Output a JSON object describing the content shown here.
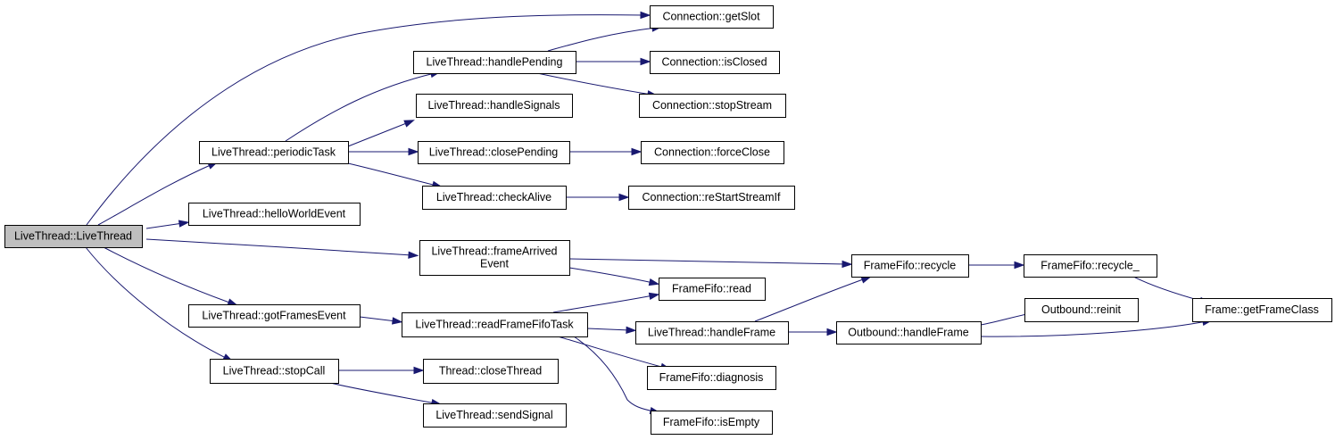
{
  "graph": {
    "nodes": [
      {
        "id": "n0",
        "lines": [
          "LiveThread::LiveThread"
        ],
        "root": true
      },
      {
        "id": "n1",
        "lines": [
          "LiveThread::periodicTask"
        ]
      },
      {
        "id": "n2",
        "lines": [
          "LiveThread::helloWorldEvent"
        ]
      },
      {
        "id": "n3",
        "lines": [
          "LiveThread::frameArrived",
          "Event"
        ]
      },
      {
        "id": "n4",
        "lines": [
          "LiveThread::gotFramesEvent"
        ]
      },
      {
        "id": "n5",
        "lines": [
          "LiveThread::stopCall"
        ]
      },
      {
        "id": "n6",
        "lines": [
          "Connection::getSlot"
        ]
      },
      {
        "id": "n7",
        "lines": [
          "LiveThread::handlePending"
        ]
      },
      {
        "id": "n8",
        "lines": [
          "Connection::isClosed"
        ]
      },
      {
        "id": "n9",
        "lines": [
          "Connection::stopStream"
        ]
      },
      {
        "id": "n10",
        "lines": [
          "LiveThread::handleSignals"
        ]
      },
      {
        "id": "n11",
        "lines": [
          "LiveThread::closePending"
        ]
      },
      {
        "id": "n12",
        "lines": [
          "Connection::forceClose"
        ]
      },
      {
        "id": "n13",
        "lines": [
          "LiveThread::checkAlive"
        ]
      },
      {
        "id": "n14",
        "lines": [
          "Connection::reStartStreamIf"
        ]
      },
      {
        "id": "n15",
        "lines": [
          "FrameFifo::recycle"
        ]
      },
      {
        "id": "n16",
        "lines": [
          "FrameFifo::recycle_"
        ]
      },
      {
        "id": "n17",
        "lines": [
          "Frame::getFrameClass"
        ]
      },
      {
        "id": "n18",
        "lines": [
          "FrameFifo::read"
        ]
      },
      {
        "id": "n19",
        "lines": [
          "LiveThread::readFrameFifoTask"
        ]
      },
      {
        "id": "n20",
        "lines": [
          "LiveThread::handleFrame"
        ]
      },
      {
        "id": "n21",
        "lines": [
          "Outbound::handleFrame"
        ]
      },
      {
        "id": "n22",
        "lines": [
          "Outbound::reinit"
        ]
      },
      {
        "id": "n23",
        "lines": [
          "FrameFifo::diagnosis"
        ]
      },
      {
        "id": "n24",
        "lines": [
          "FrameFifo::isEmpty"
        ]
      },
      {
        "id": "n25",
        "lines": [
          "Thread::closeThread"
        ]
      },
      {
        "id": "n26",
        "lines": [
          "LiveThread::sendSignal"
        ]
      }
    ],
    "edges": [
      {
        "from": "n0",
        "to": "n6"
      },
      {
        "from": "n0",
        "to": "n1"
      },
      {
        "from": "n0",
        "to": "n2"
      },
      {
        "from": "n0",
        "to": "n3"
      },
      {
        "from": "n0",
        "to": "n4"
      },
      {
        "from": "n0",
        "to": "n5"
      },
      {
        "from": "n1",
        "to": "n7"
      },
      {
        "from": "n1",
        "to": "n10"
      },
      {
        "from": "n1",
        "to": "n11"
      },
      {
        "from": "n1",
        "to": "n13"
      },
      {
        "from": "n7",
        "to": "n6"
      },
      {
        "from": "n7",
        "to": "n8"
      },
      {
        "from": "n7",
        "to": "n9"
      },
      {
        "from": "n11",
        "to": "n12"
      },
      {
        "from": "n13",
        "to": "n14"
      },
      {
        "from": "n3",
        "to": "n15"
      },
      {
        "from": "n3",
        "to": "n18"
      },
      {
        "from": "n15",
        "to": "n16"
      },
      {
        "from": "n16",
        "to": "n17"
      },
      {
        "from": "n4",
        "to": "n19"
      },
      {
        "from": "n19",
        "to": "n18"
      },
      {
        "from": "n19",
        "to": "n20"
      },
      {
        "from": "n19",
        "to": "n23"
      },
      {
        "from": "n19",
        "to": "n24"
      },
      {
        "from": "n20",
        "to": "n15"
      },
      {
        "from": "n20",
        "to": "n21"
      },
      {
        "from": "n21",
        "to": "n22"
      },
      {
        "from": "n21",
        "to": "n17"
      },
      {
        "from": "n5",
        "to": "n25"
      },
      {
        "from": "n5",
        "to": "n26"
      }
    ]
  }
}
